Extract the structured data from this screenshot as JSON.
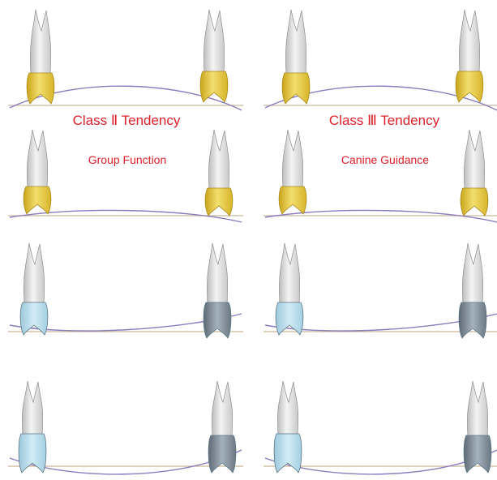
{
  "labels": {
    "class2": "Class Ⅱ Tendency",
    "class3": "Class Ⅲ Tendency",
    "group_function": "Group Function",
    "canine_guidance": "Canine Guidance"
  },
  "colors": {
    "occlusal_curve": "#8d7cc0",
    "baseline": "#cbb89a",
    "root": "#e3e3e3",
    "crown_yellow": "#e5c432",
    "crown_blue_light": "#b6dcec",
    "crown_blue_dark": "#7e8a96",
    "label_red": "#e0202a"
  },
  "panels": [
    {
      "name": "panel-class-ii-top",
      "crown": "yellow"
    },
    {
      "name": "panel-class-iii-top",
      "crown": "yellow"
    },
    {
      "name": "panel-group-function",
      "crown": "yellow"
    },
    {
      "name": "panel-canine-guidance",
      "crown": "yellow"
    },
    {
      "name": "panel-row3-left",
      "crown": "blue"
    },
    {
      "name": "panel-row3-right",
      "crown": "blue"
    },
    {
      "name": "panel-row4-left",
      "crown": "blue"
    },
    {
      "name": "panel-row4-right",
      "crown": "blue"
    }
  ]
}
